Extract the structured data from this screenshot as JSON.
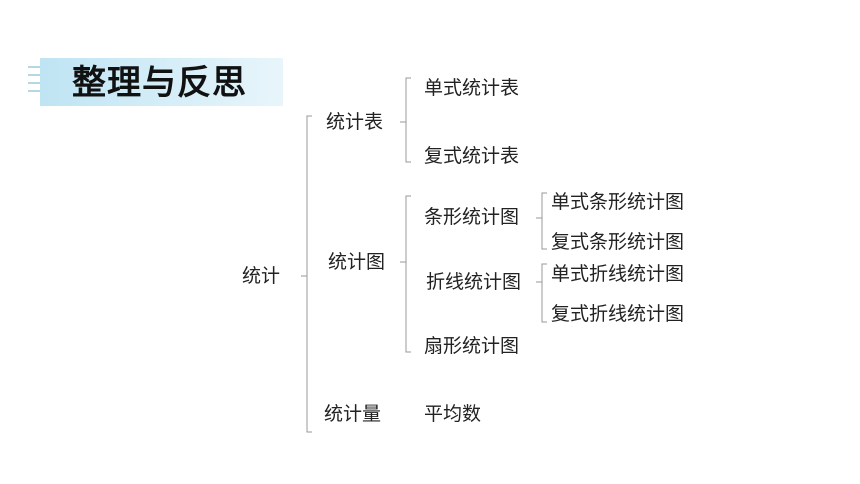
{
  "title": "整理与反思",
  "tree": {
    "root": "统计",
    "level1": [
      "统计表",
      "统计图",
      "统计量"
    ],
    "table_children": [
      "单式统计表",
      "复式统计表"
    ],
    "chart_children": [
      "条形统计图",
      "折线统计图",
      "扇形统计图"
    ],
    "bar_children": [
      "单式条形统计图",
      "复式条形统计图"
    ],
    "line_children": [
      "单式折线统计图",
      "复式折线统计图"
    ],
    "measure_children": [
      "平均数"
    ]
  },
  "colors": {
    "banner": "#cde9f5",
    "bracket": "#999999"
  }
}
